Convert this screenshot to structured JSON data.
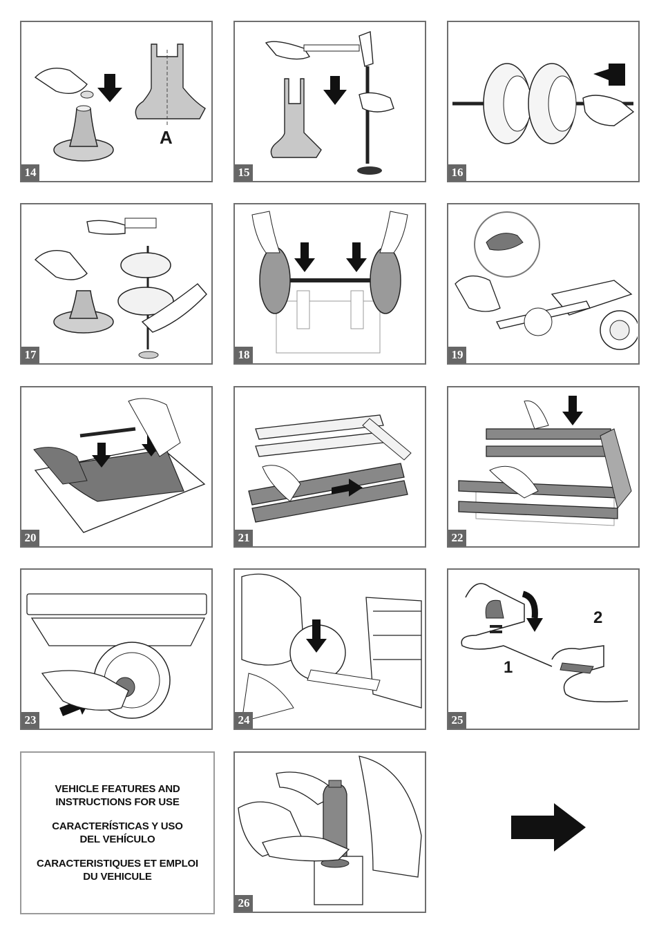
{
  "steps": [
    {
      "number": "14"
    },
    {
      "number": "15"
    },
    {
      "number": "16"
    },
    {
      "number": "17"
    },
    {
      "number": "18"
    },
    {
      "number": "19"
    },
    {
      "number": "20"
    },
    {
      "number": "21"
    },
    {
      "number": "22"
    },
    {
      "number": "23"
    },
    {
      "number": "24"
    },
    {
      "number": "25"
    },
    {
      "number": "26"
    }
  ],
  "labels": {
    "part_a": "A",
    "position_1": "1",
    "position_2": "2"
  },
  "section": {
    "title_en": "VEHICLE FEATURES AND\nINSTRUCTIONS FOR USE",
    "title_es": "CARACTERÍSTICAS Y USO\nDEL VEHÍCULO",
    "title_fr": "CARACTERISTIQUES ET EMPLOI\nDU VEHICULE"
  },
  "icons": {
    "direction_arrow": "down-arrow-icon",
    "next_page": "right-arrow-icon"
  },
  "colors": {
    "panel_border": "#6e6e6e",
    "step_badge": "#666666",
    "part_fill": "#c8c8c8",
    "arrow": "#111111"
  }
}
